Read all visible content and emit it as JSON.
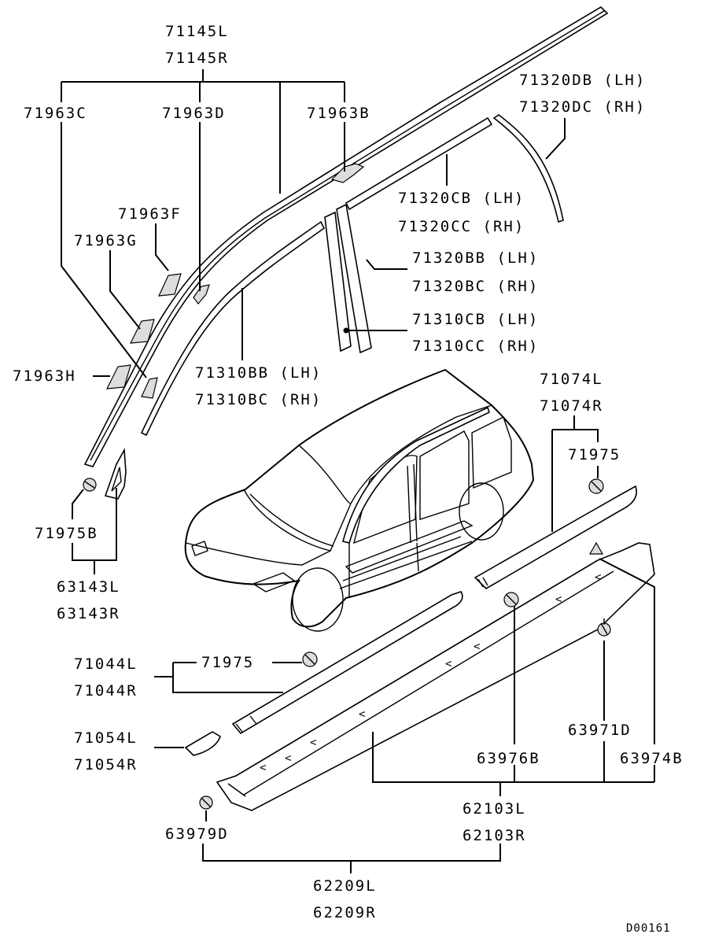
{
  "labels": {
    "p71145L": "71145L",
    "p71145R": "71145R",
    "p71963C": "71963C",
    "p71963D": "71963D",
    "p71963B": "71963B",
    "p71320DB": "71320DB (LH)",
    "p71320DC": "71320DC (RH)",
    "p71963F": "71963F",
    "p71963G": "71963G",
    "p71320CB": "71320CB (LH)",
    "p71320CC": "71320CC (RH)",
    "p71320BB": "71320BB (LH)",
    "p71320BC": "71320BC (RH)",
    "p71310CB": "71310CB (LH)",
    "p71310CC": "71310CC (RH)",
    "p71963H": "71963H",
    "p71310BB": "71310BB (LH)",
    "p71310BC": "71310BC (RH)",
    "p71074L": "71074L",
    "p71074R": "71074R",
    "p71975_right": "71975",
    "p71975B": "71975B",
    "p63143L": "63143L",
    "p63143R": "63143R",
    "p71044L": "71044L",
    "p71044R": "71044R",
    "p71975_mid": "71975",
    "p71054L": "71054L",
    "p71054R": "71054R",
    "p63971D": "63971D",
    "p63976B": "63976B",
    "p63974B": "63974B",
    "p62103L": "62103L",
    "p62103R": "62103R",
    "p63979D": "63979D",
    "p62209L": "62209L",
    "p62209R": "62209R"
  },
  "diagram_code": "D00161"
}
